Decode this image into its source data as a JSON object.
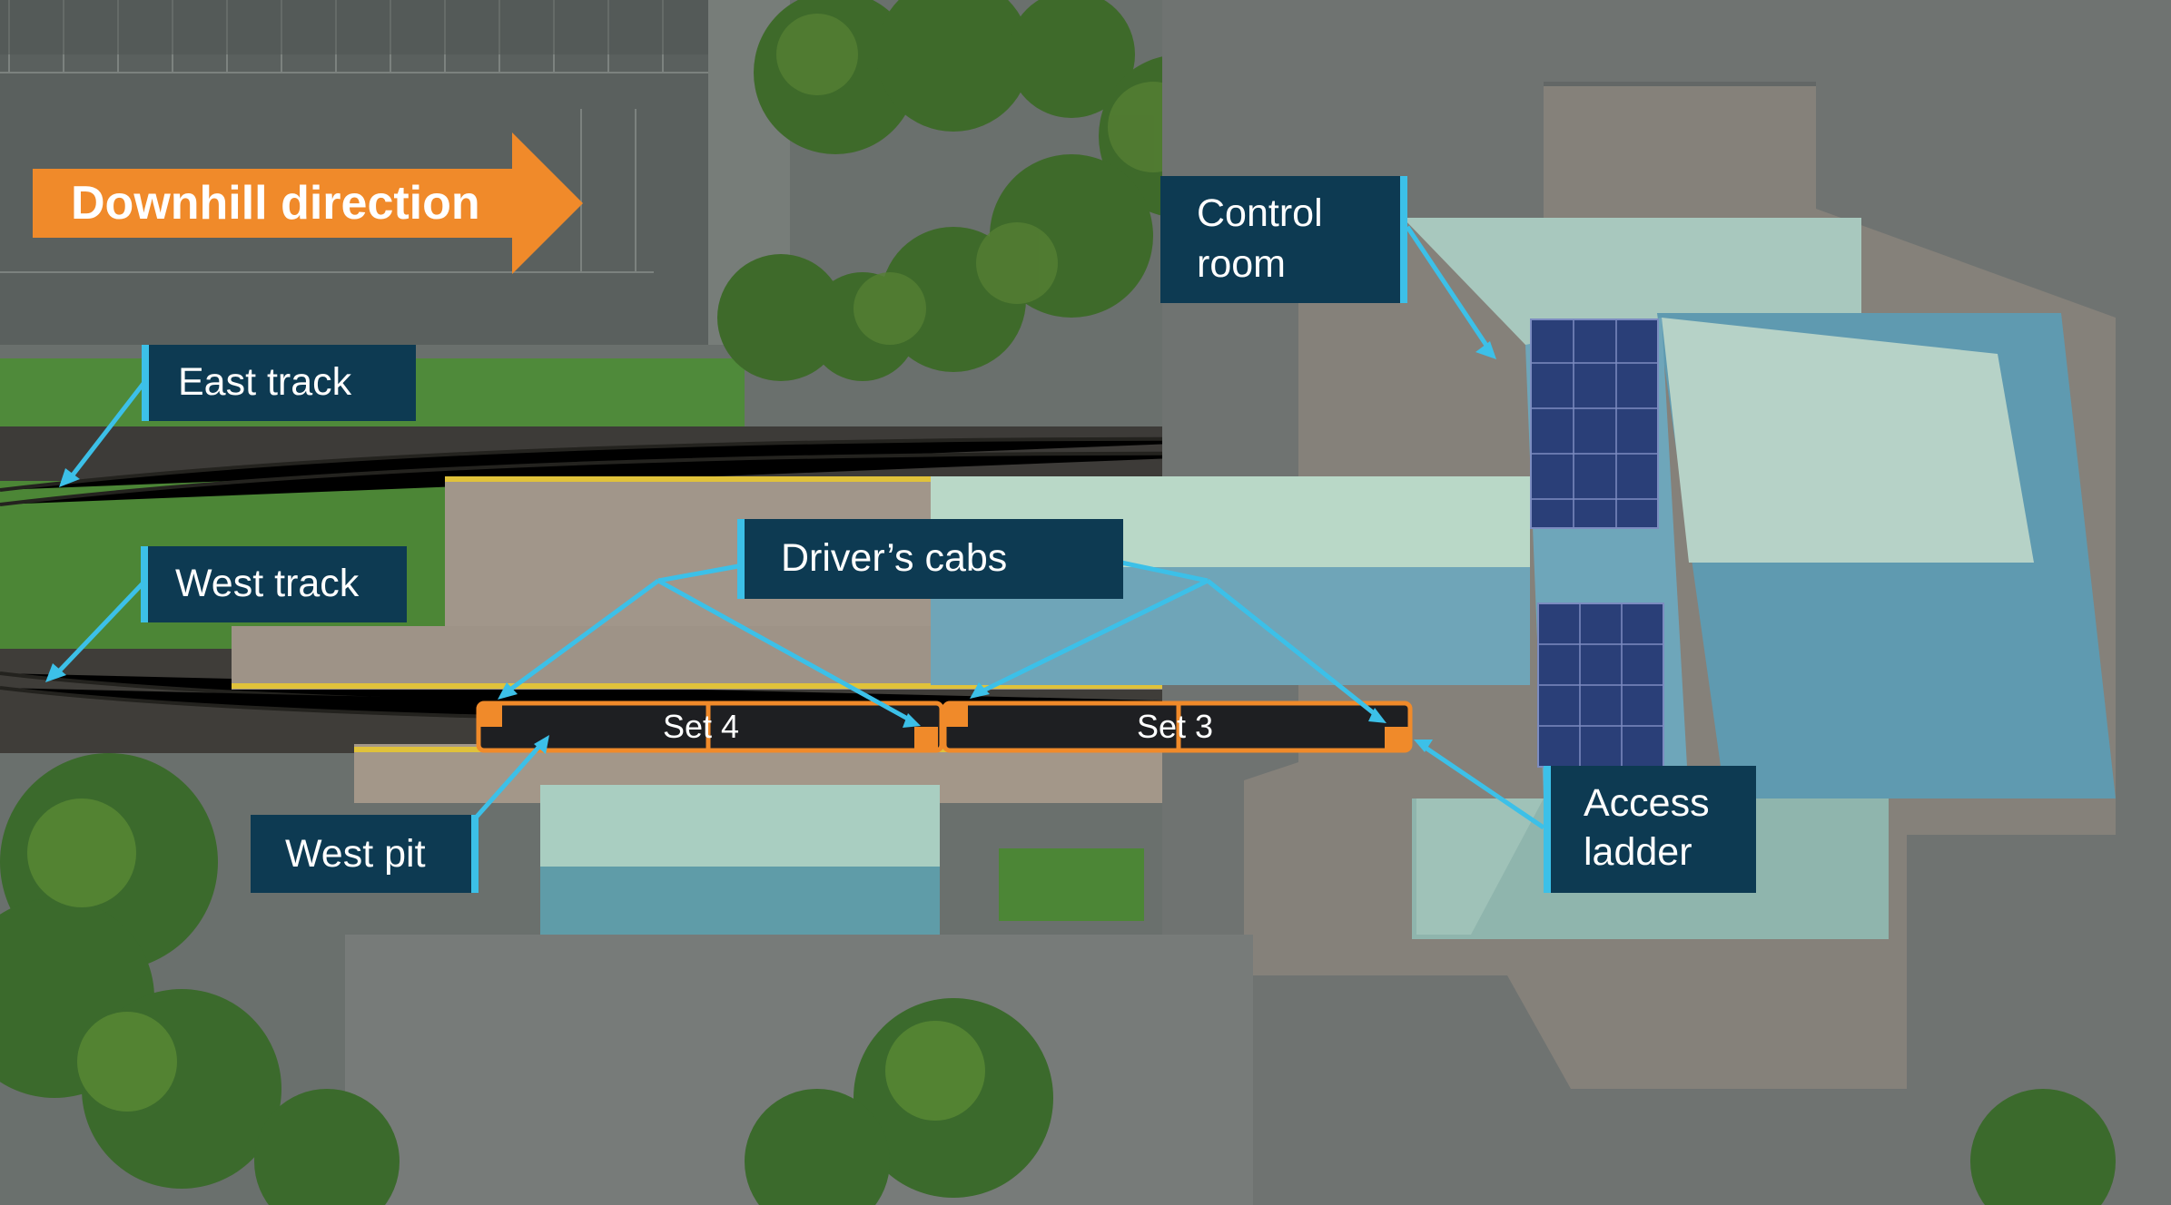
{
  "image": {
    "description": "Aerial photograph of a rack railway terminal station with two tracks, a train platform and a large building with solar panels",
    "colors": {
      "label_bg": "#0d3a52",
      "label_accent": "#3cc0e8",
      "arrow_orange": "#f08a2a",
      "train_outline": "#f08a2a",
      "grass": "#4f8a3a",
      "roof_light": "#a8c8be",
      "roof_blue": "#5f9ab0",
      "solar": "#2a3f78",
      "asphalt": "#6c7270"
    }
  },
  "annotations": {
    "direction": "Downhill direction",
    "east_track": "East track",
    "west_track": "West track",
    "control_room_line1": "Control",
    "control_room_line2": "room",
    "drivers_cabs": "Driver’s cabs",
    "west_pit": "West pit",
    "access_ladder_line1": "Access",
    "access_ladder_line2": "ladder",
    "set4": "Set 4",
    "set3": "Set 3"
  }
}
